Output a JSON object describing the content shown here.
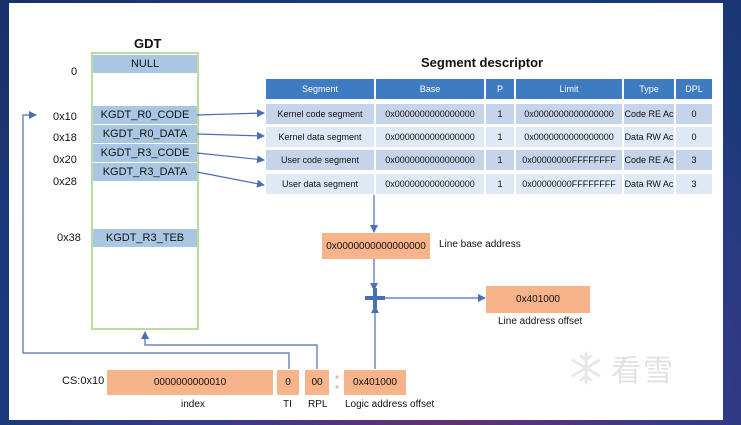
{
  "gdt": {
    "title": "GDT",
    "entries": [
      {
        "offset": "0",
        "label": "NULL"
      },
      {
        "offset": "0x10",
        "label": "KGDT_R0_CODE"
      },
      {
        "offset": "0x18",
        "label": "KGDT_R0_DATA"
      },
      {
        "offset": "0x20",
        "label": "KGDT_R3_CODE"
      },
      {
        "offset": "0x28",
        "label": "KGDT_R3_DATA"
      },
      {
        "offset": "0x38",
        "label": "KGDT_R3_TEB"
      }
    ]
  },
  "descriptor": {
    "title": "Segment descriptor",
    "headers": [
      "Segment",
      "Base",
      "P",
      "Limit",
      "Type",
      "DPL"
    ],
    "rows": [
      [
        "Kernel code segment",
        "0x0000000000000000",
        "1",
        "0x0000000000000000",
        "Code RE Ac",
        "0"
      ],
      [
        "Kernel data segment",
        "0x0000000000000000",
        "1",
        "0x0000000000000000",
        "Data RW Ac",
        "0"
      ],
      [
        "User code segment",
        "0x0000000000000000",
        "1",
        "0x00000000FFFFFFFF",
        "Code RE Ac",
        "3"
      ],
      [
        "User data segment",
        "0x0000000000000000",
        "1",
        "0x00000000FFFFFFFF",
        "Data RW Ac",
        "3"
      ]
    ]
  },
  "line_base": {
    "value": "0x0000000000000000",
    "label": "Line base address"
  },
  "line_offset": {
    "value": "0x401000",
    "label": "Line address offset"
  },
  "selector": {
    "prefix": "CS:0x10",
    "index_value": "0000000000010",
    "ti_value": "0",
    "rpl_value": "00",
    "index_label": "index",
    "ti_label": "TI",
    "rpl_label": "RPL"
  },
  "logic_offset": {
    "value": "0x401000",
    "label": "Logic address offset"
  },
  "watermark": {
    "text": "看雪"
  },
  "colors": {
    "header": "#3f7bc0",
    "gdt_cell": "#a9c7e3",
    "peach": "#f7b389",
    "arrow": "#4a6fb5"
  }
}
